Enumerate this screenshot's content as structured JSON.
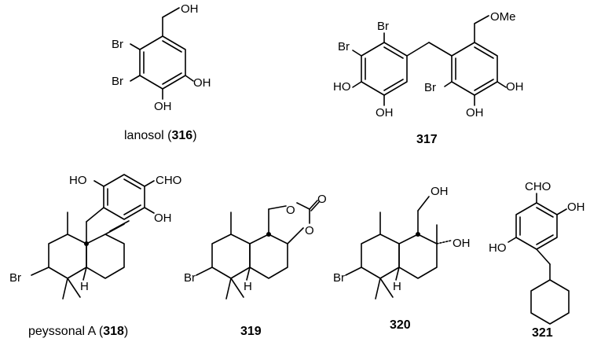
{
  "compounds": {
    "c316": {
      "name": "lanosol",
      "number": "316",
      "atoms": {
        "br1": "Br",
        "br2": "Br",
        "oh_ch2": "OH",
        "oh_ar1": "OH",
        "oh_ar2": "OH"
      }
    },
    "c317": {
      "number": "317",
      "atoms": {
        "br1": "Br",
        "br2": "Br",
        "br3": "Br",
        "ome": "OMe",
        "ho1": "HO",
        "oh1": "OH",
        "oh2": "OH",
        "oh3": "OH"
      }
    },
    "c318": {
      "name": "peyssonal A",
      "number": "318",
      "atoms": {
        "ho": "HO",
        "cho": "CHO",
        "oh": "OH",
        "br": "Br",
        "h": "H"
      }
    },
    "c319": {
      "number": "319",
      "atoms": {
        "o1": "O",
        "o2": "O",
        "o3": "O",
        "br": "Br",
        "h": "H"
      }
    },
    "c320": {
      "number": "320",
      "atoms": {
        "oh1": "OH",
        "oh2": "OH",
        "br": "Br",
        "h": "H"
      }
    },
    "c321": {
      "number": "321",
      "atoms": {
        "cho": "CHO",
        "oh": "OH",
        "ho": "HO"
      }
    }
  }
}
